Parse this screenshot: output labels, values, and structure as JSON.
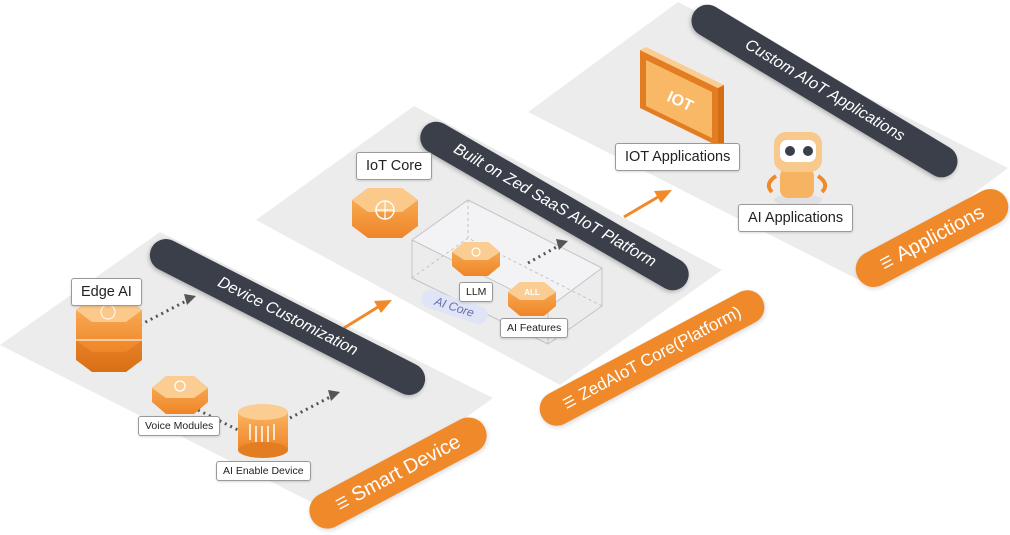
{
  "layers": {
    "device": {
      "band": "Device Customization",
      "pill": "Smart Device",
      "pill_icon": "wifi-signal-icon",
      "labels": {
        "edge_ai": "Edge AI",
        "voice_modules": "Voice Modules",
        "ai_enable_device": "AI Enable Device"
      }
    },
    "platform": {
      "band": "Built on Zed SaaS AIoT Platform",
      "pill": "ZedAIoT Core(Platform)",
      "pill_icon": "wifi-signal-icon",
      "labels": {
        "iot_core": "IoT Core",
        "llm": "LLM",
        "ai_features": "AI Features",
        "ai_core": "AI Core"
      },
      "chip_text": "ALL"
    },
    "apps": {
      "band": "Custom AIoT Applications",
      "pill": "Applictions",
      "pill_icon": "wifi-signal-icon",
      "labels": {
        "iot_applications": "IOT Applications",
        "ai_applications": "AI Applications"
      },
      "screen_text": "IOT"
    }
  },
  "colors": {
    "orange": "#f0892a",
    "orange_light": "#f8b463",
    "dark": "#3b3f4a",
    "platform": "#ededee"
  }
}
